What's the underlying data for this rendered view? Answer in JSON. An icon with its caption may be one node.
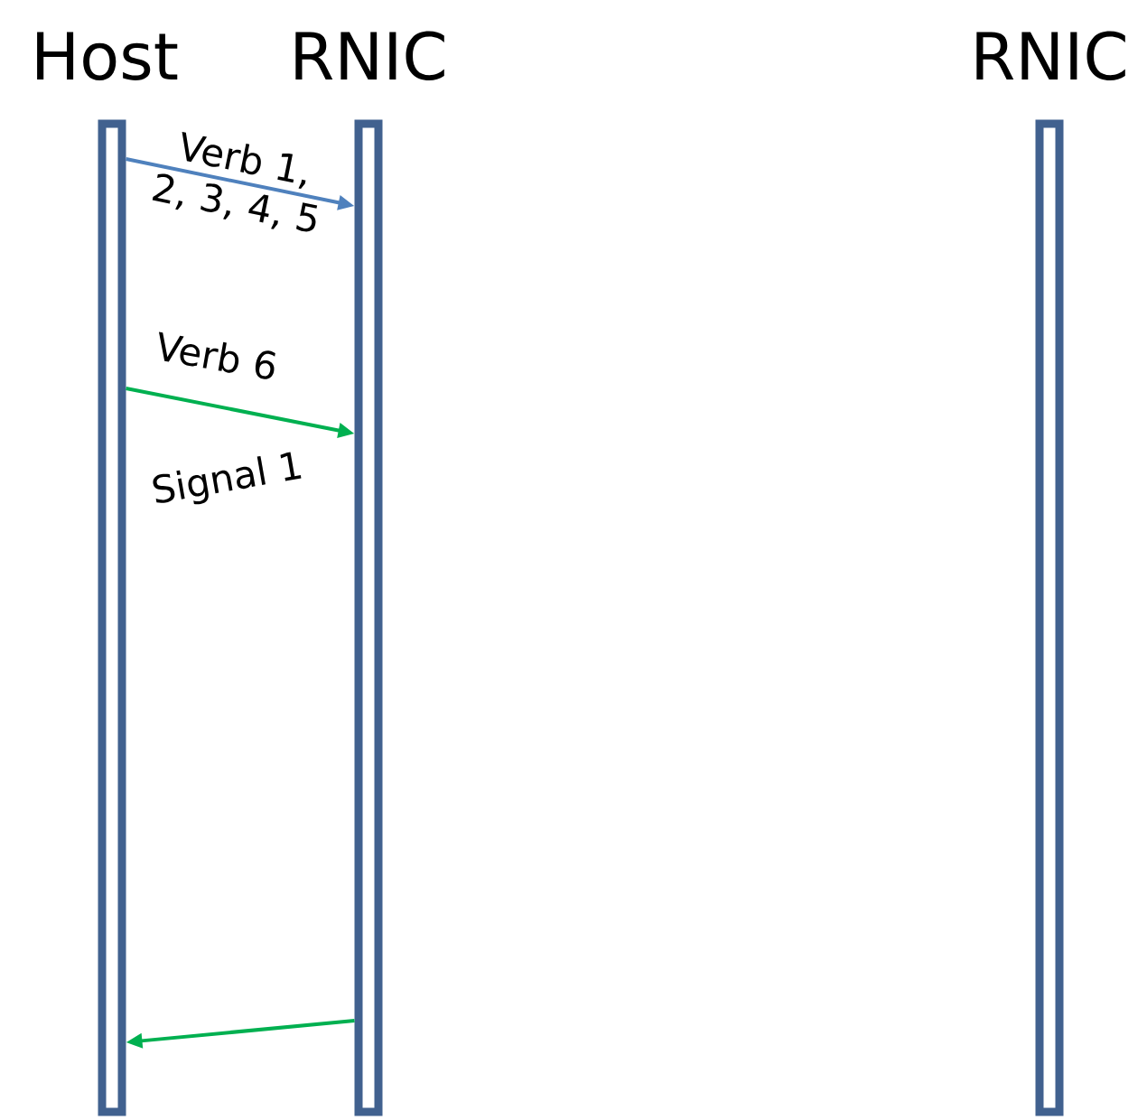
{
  "diagram": {
    "nodes": [
      {
        "text": [
          "Host"
        ]
      },
      {
        "text": [
          "RNIC"
        ]
      },
      {
        "text": [
          "RNIC"
        ]
      }
    ],
    "edges": [
      {
        "from": 0,
        "to": 1,
        "arrow": "to",
        "label": "Verb 1, 2, 3, 4, 5",
        "color": "#4f81bd"
      },
      {
        "from": 0,
        "to": 1,
        "arrow": "to",
        "label": "Verb 6"
      },
      {
        "from": 1,
        "to": 0,
        "arrow": "to"
      }
    ],
    "labels": [
      "Signal 1"
    ]
  }
}
